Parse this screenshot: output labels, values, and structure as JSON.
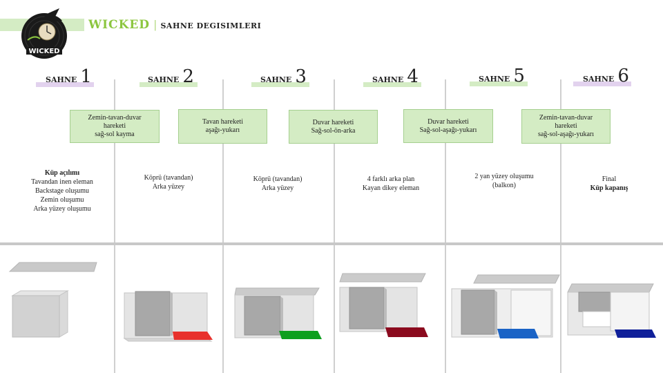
{
  "header": {
    "brand": "WICKED",
    "separator": "|",
    "subtitle": "SAHNE DEGISIMLERI",
    "logo_text": "WICKED"
  },
  "scenes": [
    {
      "word": "SAHNE",
      "number": "1",
      "accent": "#e2d2ee",
      "movement": "Zemin-tavan-duvar\nhareketi\nsağ-sol kayma",
      "details": [
        {
          "text": "Küp açılımı",
          "bold": true
        },
        {
          "text": "Tavandan inen eleman",
          "bold": false
        },
        {
          "text": "Backstage oluşumu",
          "bold": false
        },
        {
          "text": "Zemin oluşumu",
          "bold": false
        },
        {
          "text": "Arka yüzey oluşumu",
          "bold": false
        }
      ],
      "floor_color": ""
    },
    {
      "word": "SAHNE",
      "number": "2",
      "accent": "#d4ecc4",
      "movement": "Tavan hareketi\naşağı-yukarı",
      "details": [
        {
          "text": "Köprü (tavandan)",
          "bold": false
        },
        {
          "text": "Arka yüzey",
          "bold": false
        }
      ],
      "floor_color": "#e8312c"
    },
    {
      "word": "SAHNE",
      "number": "3",
      "accent": "#d4ecc4",
      "movement": "Duvar hareketi\nSağ-sol-ön-arka",
      "details": [
        {
          "text": "Köprü (tavandan)",
          "bold": false
        },
        {
          "text": "Arka yüzey",
          "bold": false
        }
      ],
      "floor_color": "#0e9f1e"
    },
    {
      "word": "SAHNE",
      "number": "4",
      "accent": "#d4ecc4",
      "movement": "Duvar hareketi\nSağ-sol-aşağı-yukarı",
      "details": [
        {
          "text": "4 farklı arka plan",
          "bold": false
        },
        {
          "text": "Kayan dikey eleman",
          "bold": false
        }
      ],
      "floor_color": "#8b0a1e"
    },
    {
      "word": "SAHNE",
      "number": "5",
      "accent": "#d4ecc4",
      "movement": "Zemin-tavan-duvar\nhareketi\nsağ-sol-aşağı-yukarı",
      "details": [
        {
          "text": "2 yan yüzey oluşumu",
          "bold": false
        },
        {
          "text": "(balkon)",
          "bold": false
        }
      ],
      "floor_color": "#1a63c6"
    },
    {
      "word": "SAHNE",
      "number": "6",
      "accent": "#e2d2ee",
      "movement": "",
      "details": [
        {
          "text": "Final",
          "bold": false
        },
        {
          "text": "Küp kapanış",
          "bold": true
        }
      ],
      "floor_color": "#10209a"
    }
  ]
}
